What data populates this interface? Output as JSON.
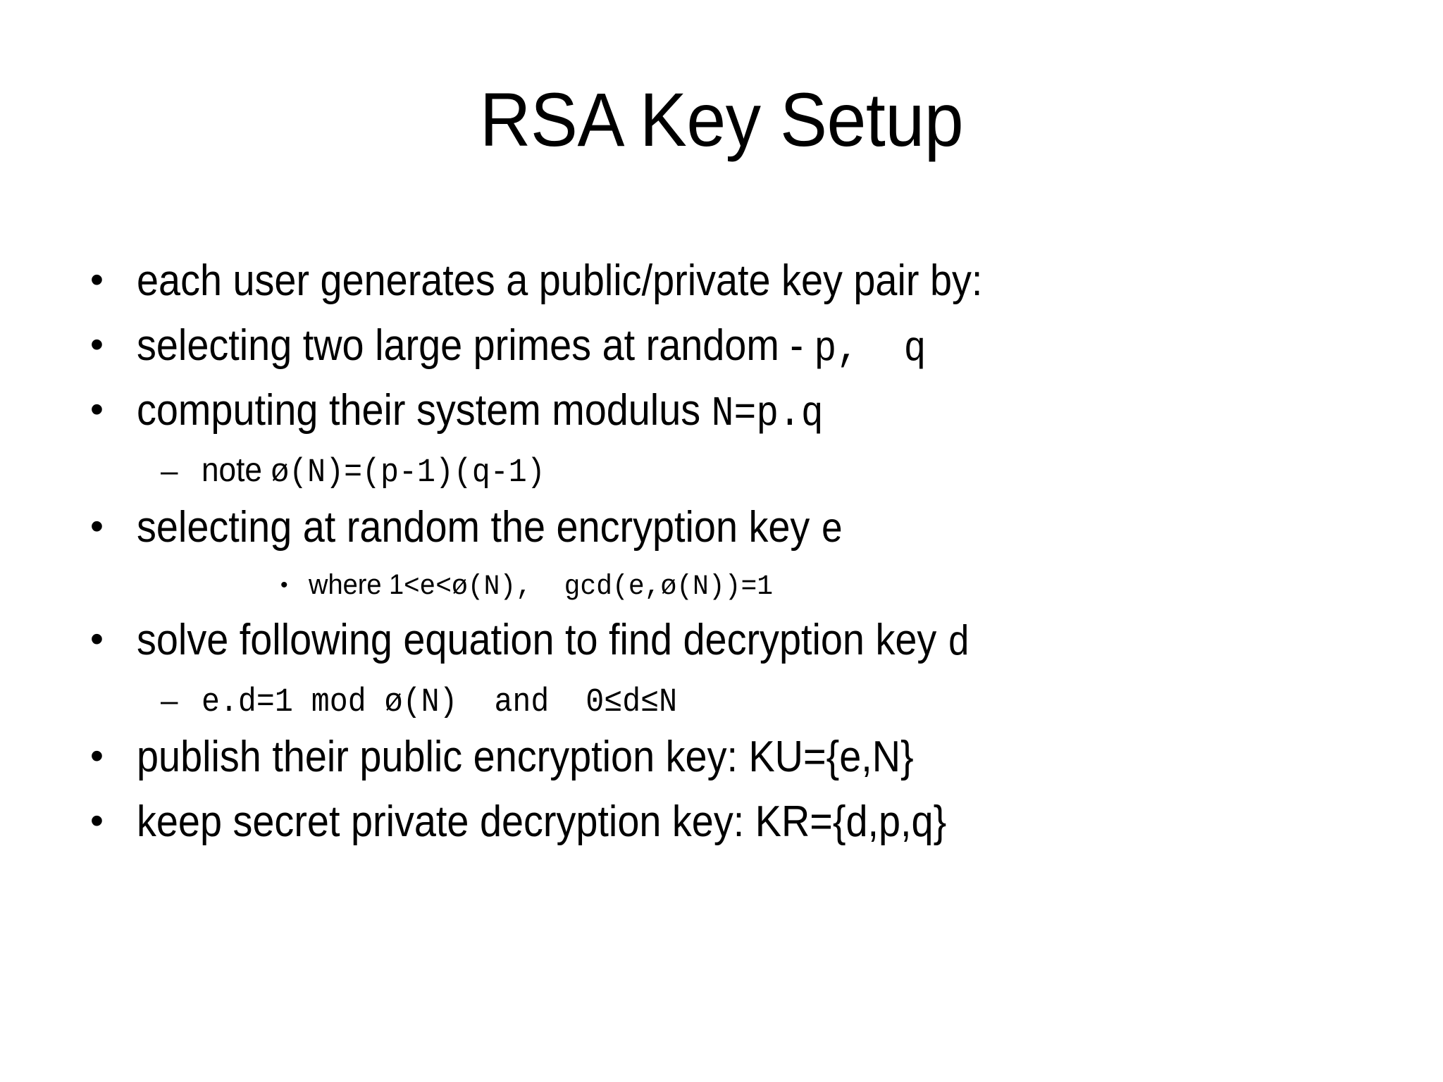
{
  "slide": {
    "background_color": "#ffffff",
    "text_color": "#000000",
    "title": "RSA Key Setup",
    "bullet_glyph_level1": "•",
    "bullet_glyph_level2": "–",
    "bullet_glyph_level3": "•",
    "lines": [
      {
        "level": 1,
        "marker": "•",
        "text": "each user generates a public/private key pair by:",
        "runs": [
          {
            "style": "sans",
            "text": "each user generates a public/private key pair by:"
          }
        ]
      },
      {
        "level": 1,
        "marker": "•",
        "text": "selecting two large primes at random - p,  q",
        "runs": [
          {
            "style": "sans",
            "text": "selecting two large primes at random - "
          },
          {
            "style": "mono",
            "text": "p,  q"
          }
        ]
      },
      {
        "level": 1,
        "marker": "•",
        "text": "computing their system modulus N=p.q",
        "runs": [
          {
            "style": "sans",
            "text": "computing their system modulus "
          },
          {
            "style": "mono",
            "text": "N=p.q"
          }
        ]
      },
      {
        "level": 2,
        "marker": "–",
        "text": "note ø(N)=(p-1)(q-1)",
        "runs": [
          {
            "style": "sans",
            "text": "note "
          },
          {
            "style": "mono",
            "text": "ø(N)=(p-1)(q-1)"
          }
        ]
      },
      {
        "level": 1,
        "marker": "•",
        "text": "selecting at random the encryption key e",
        "runs": [
          {
            "style": "sans",
            "text": "selecting at random the encryption key "
          },
          {
            "style": "mono",
            "text": "e"
          }
        ]
      },
      {
        "level": 3,
        "marker": "•",
        "text": "where 1<e<ø(N),  gcd(e,ø(N))=1",
        "runs": [
          {
            "style": "sans",
            "text": "where 1<"
          },
          {
            "style": "mono",
            "text": "e<ø(N),  gcd(e,ø(N))=1"
          }
        ]
      },
      {
        "level": 1,
        "marker": "•",
        "text": "solve following equation to find decryption key d",
        "runs": [
          {
            "style": "sans",
            "text": "solve following equation to find decryption key "
          },
          {
            "style": "mono",
            "text": "d"
          }
        ]
      },
      {
        "level": 2,
        "marker": "–",
        "text": "e.d=1 mod ø(N)  and  0≤d≤N",
        "runs": [
          {
            "style": "mono",
            "text": "e.d=1 mod ø(N)  and  0≤d≤N"
          }
        ]
      },
      {
        "level": 1,
        "marker": "•",
        "text": "publish their public encryption key: KU={e,N}",
        "runs": [
          {
            "style": "sans",
            "text": "publish their public encryption key: KU={e,N}"
          }
        ]
      },
      {
        "level": 1,
        "marker": "•",
        "text": "keep secret private decryption key: KR={d,p,q}",
        "runs": [
          {
            "style": "sans",
            "text": "keep secret private decryption key: KR={d,p,q}"
          }
        ]
      }
    ]
  }
}
